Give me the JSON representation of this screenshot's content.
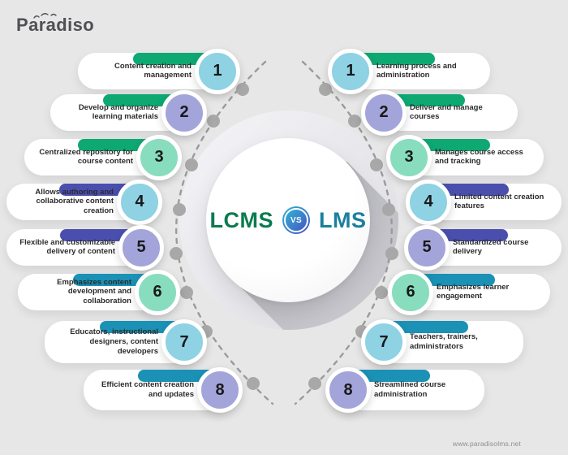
{
  "logo": {
    "text": "Paradiso"
  },
  "center": {
    "left_label": "LCMS",
    "vs_label": "VS",
    "right_label": "LMS"
  },
  "footer": {
    "url": "www.paradisolms.net"
  },
  "colors": {
    "background": "#e7e7e8",
    "bars": {
      "green": "#0ea873",
      "indigo": "#4a4fae",
      "teal": "#1a91b5"
    },
    "circles": {
      "blue": "#8ed2e4",
      "lavender": "#a3a4d9",
      "mint": "#87ddbe"
    },
    "lcms_text": "#0b7b50",
    "lms_text": "#1b7f9e",
    "vs_gradient_start": "#2fb3d4",
    "vs_gradient_end": "#4656c4",
    "arc_dot": "#a8a8a8",
    "arc_dash": "#9b9b9b"
  },
  "left_items": [
    {
      "num": "1",
      "text": "Content creation and management",
      "bar": "green",
      "circle": "blue"
    },
    {
      "num": "2",
      "text": "Develop and organize learning materials",
      "bar": "green",
      "circle": "lavender"
    },
    {
      "num": "3",
      "text": "Centralized repository for course content",
      "bar": "green",
      "circle": "mint"
    },
    {
      "num": "4",
      "text": "Allows authoring and collaborative content creation",
      "bar": "indigo",
      "circle": "blue"
    },
    {
      "num": "5",
      "text": "Flexible and customizable delivery of content",
      "bar": "indigo",
      "circle": "lavender"
    },
    {
      "num": "6",
      "text": "Emphasizes content development and collaboration",
      "bar": "teal",
      "circle": "mint"
    },
    {
      "num": "7",
      "text": "Educators, instructional designers, content developers",
      "bar": "teal",
      "circle": "blue"
    },
    {
      "num": "8",
      "text": "Efficient content creation and updates",
      "bar": "teal",
      "circle": "lavender"
    }
  ],
  "right_items": [
    {
      "num": "1",
      "text": "Learning process and administration",
      "bar": "green",
      "circle": "blue"
    },
    {
      "num": "2",
      "text": "Deliver and manage courses",
      "bar": "green",
      "circle": "lavender"
    },
    {
      "num": "3",
      "text": "Manages course access and tracking",
      "bar": "green",
      "circle": "mint"
    },
    {
      "num": "4",
      "text": "Limited content creation features",
      "bar": "indigo",
      "circle": "blue"
    },
    {
      "num": "5",
      "text": "Standardized course delivery",
      "bar": "indigo",
      "circle": "lavender"
    },
    {
      "num": "6",
      "text": "Emphasizes learner engagement",
      "bar": "teal",
      "circle": "mint"
    },
    {
      "num": "7",
      "text": "Teachers, trainers, administrators",
      "bar": "teal",
      "circle": "blue"
    },
    {
      "num": "8",
      "text": "Streamlined course administration",
      "bar": "teal",
      "circle": "lavender"
    }
  ]
}
